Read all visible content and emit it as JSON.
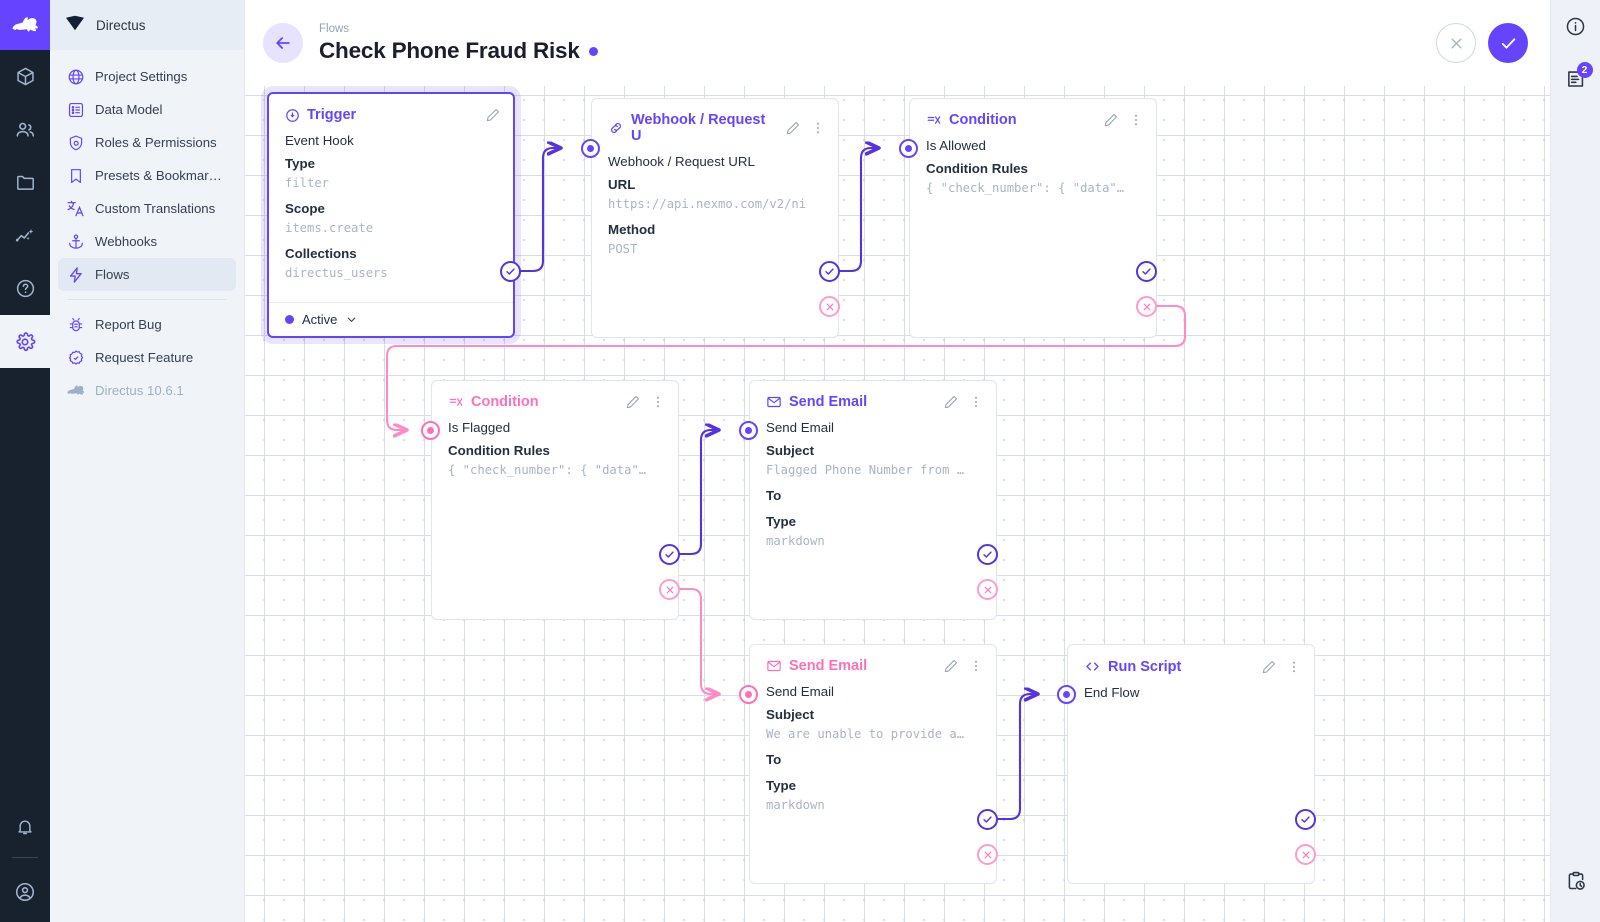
{
  "app": {
    "name": "Directus",
    "version_label": "Directus 10.6.1"
  },
  "nav_rail": {
    "items": [
      {
        "name": "box-icon",
        "label": "Content"
      },
      {
        "name": "users-icon",
        "label": "User Directory"
      },
      {
        "name": "folder-icon",
        "label": "File Library"
      },
      {
        "name": "insights-icon",
        "label": "Insights"
      },
      {
        "name": "help-icon",
        "label": "Help"
      },
      {
        "name": "gear-icon",
        "label": "Settings"
      }
    ],
    "bottom": [
      {
        "name": "bell-icon",
        "label": "Notifications"
      },
      {
        "name": "account-icon",
        "label": "Account"
      }
    ]
  },
  "sidebar": {
    "title": "Directus",
    "items": [
      {
        "label": "Project Settings",
        "icon": "globe-icon"
      },
      {
        "label": "Data Model",
        "icon": "list-box-icon"
      },
      {
        "label": "Roles & Permissions",
        "icon": "shield-icon"
      },
      {
        "label": "Presets & Bookmar…",
        "icon": "bookmark-icon"
      },
      {
        "label": "Custom Translations",
        "icon": "translate-icon"
      },
      {
        "label": "Webhooks",
        "icon": "anchor-icon"
      },
      {
        "label": "Flows",
        "icon": "bolt-icon"
      }
    ],
    "footer_items": [
      {
        "label": "Report Bug",
        "icon": "bug-icon"
      },
      {
        "label": "Request Feature",
        "icon": "request-icon"
      }
    ],
    "version": "Directus 10.6.1"
  },
  "header": {
    "breadcrumb": "Flows",
    "title": "Check Phone Fraud Risk",
    "back_label": "Back",
    "cancel_label": "Cancel",
    "save_label": "Save"
  },
  "right_rail": {
    "info_label": "Info",
    "logs_label": "Logs",
    "logs_badge": "2",
    "activity_label": "Activity"
  },
  "flow": {
    "nodes": [
      {
        "id": "trigger",
        "type_label": "Trigger",
        "icon": "trigger-icon",
        "accent": "#6644ff",
        "name": "Event Hook",
        "fields": [
          {
            "label": "Type",
            "value": "filter"
          },
          {
            "label": "Scope",
            "value": "items.create"
          },
          {
            "label": "Collections",
            "value": "directus_users"
          }
        ],
        "status": "Active"
      },
      {
        "id": "webhook",
        "type_label": "Webhook / Request U",
        "icon": "link-icon",
        "accent": "#6644ff",
        "name": "Webhook / Request URL",
        "fields": [
          {
            "label": "URL",
            "value": "https://api.nexmo.com/v2/ni"
          },
          {
            "label": "Method",
            "value": "POST"
          }
        ]
      },
      {
        "id": "condition-allowed",
        "type_label": "Condition",
        "icon": "condition-icon",
        "accent": "#6644ff",
        "name": "Is Allowed",
        "fields": [
          {
            "label": "Condition Rules",
            "value": "{ \"check_number\": { \"data\"…"
          }
        ]
      },
      {
        "id": "condition-flagged",
        "type_label": "Condition",
        "icon": "condition-icon",
        "accent": "#ff70b8",
        "name": "Is Flagged",
        "fields": [
          {
            "label": "Condition Rules",
            "value": "{ \"check_number\": { \"data\"…"
          }
        ]
      },
      {
        "id": "send-email-flagged",
        "type_label": "Send Email",
        "icon": "mail-icon",
        "accent": "#6644ff",
        "name": "Send Email",
        "fields": [
          {
            "label": "Subject",
            "value": "Flagged Phone Number from …"
          },
          {
            "label": "To",
            "value": ""
          },
          {
            "label": "Type",
            "value": "markdown"
          }
        ]
      },
      {
        "id": "send-email-unable",
        "type_label": "Send Email",
        "icon": "mail-icon",
        "accent": "#ff70b8",
        "name": "Send Email",
        "fields": [
          {
            "label": "Subject",
            "value": "We are unable to provide a…"
          },
          {
            "label": "To",
            "value": ""
          },
          {
            "label": "Type",
            "value": "markdown"
          }
        ]
      },
      {
        "id": "run-script",
        "type_label": "Run Script",
        "icon": "code-icon",
        "accent": "#6644ff",
        "name": "End Flow",
        "fields": []
      }
    ],
    "port_labels": {
      "resolve": "Resolve",
      "reject": "Reject",
      "input": "Input"
    },
    "colors": {
      "resolve": "#5533e0",
      "reject": "#ff9ad0",
      "accent": "#6644ff",
      "pink": "#ff70b8"
    }
  }
}
